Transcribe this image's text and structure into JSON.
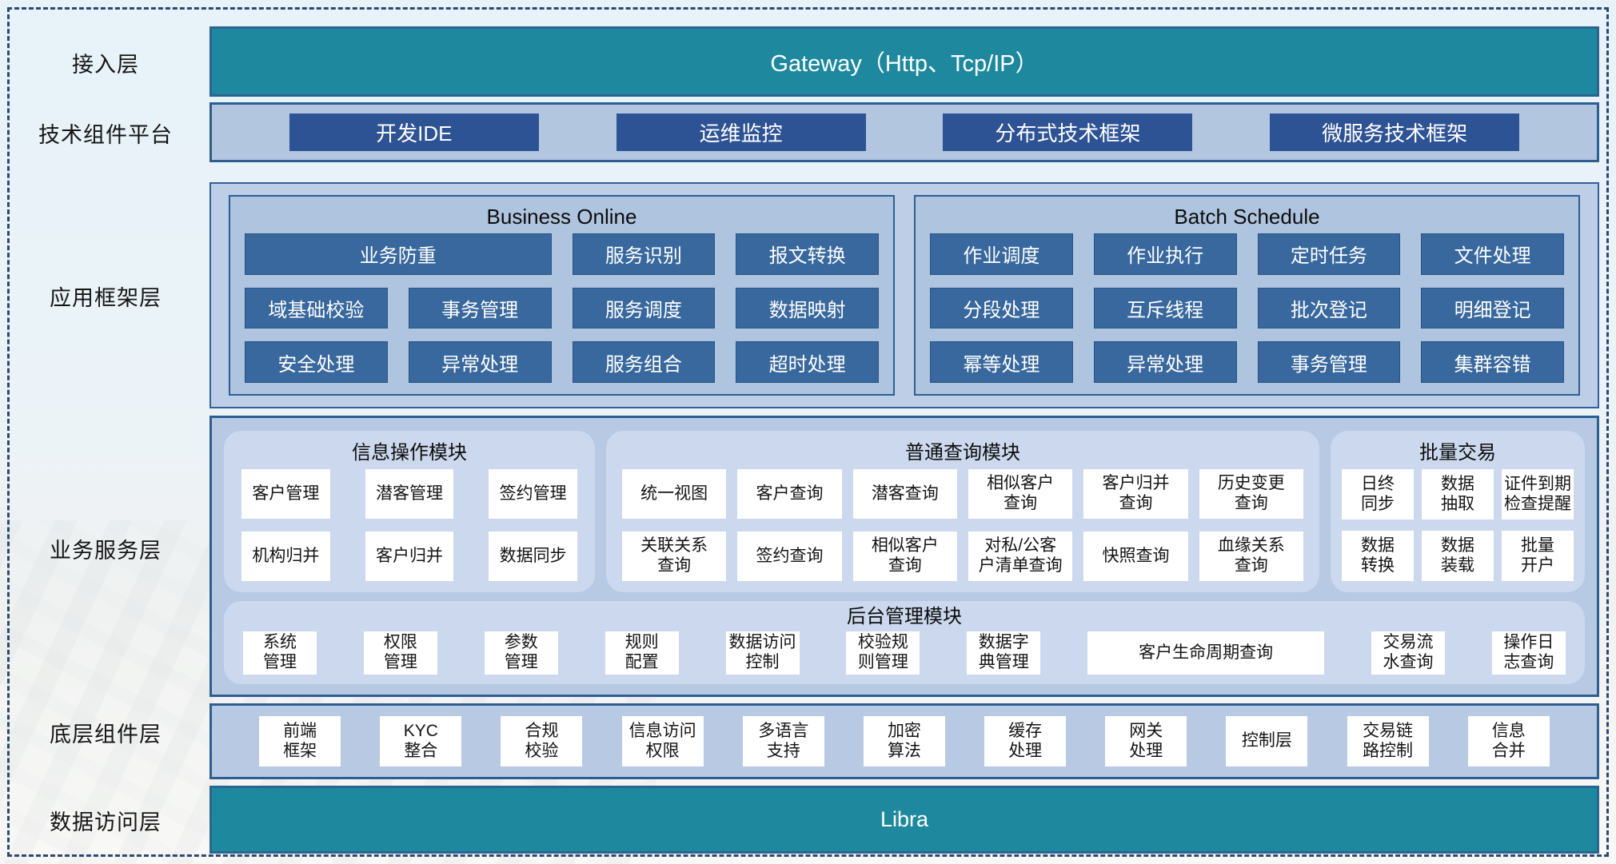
{
  "gutter_labels": [
    "接入层",
    "技术组件平台",
    "应用框架层",
    "业务服务层",
    "底层组件层",
    "数据访问层"
  ],
  "access_layer": {
    "gateway_label": "Gateway（Http、Tcp/IP）"
  },
  "tech_platform": {
    "items": [
      "开发IDE",
      "运维监控",
      "分布式技术框架",
      "微服务技术框架"
    ]
  },
  "app_framework": {
    "business_online": {
      "title": "Business Online",
      "row1": [
        "业务防重",
        "服务识别",
        "报文转换"
      ],
      "row2": [
        "域基础校验",
        "事务管理",
        "服务调度",
        "数据映射"
      ],
      "row3": [
        "安全处理",
        "异常处理",
        "服务组合",
        "超时处理"
      ]
    },
    "batch_schedule": {
      "title": "Batch Schedule",
      "row1": [
        "作业调度",
        "作业执行",
        "定时任务",
        "文件处理"
      ],
      "row2": [
        "分段处理",
        "互斥线程",
        "批次登记",
        "明细登记"
      ],
      "row3": [
        "幂等处理",
        "异常处理",
        "事务管理",
        "集群容错"
      ]
    }
  },
  "business_service": {
    "info_ops": {
      "title": "信息操作模块",
      "row1": [
        "客户管理",
        "潜客管理",
        "签约管理"
      ],
      "row2": [
        "机构归并",
        "客户归并",
        "数据同步"
      ]
    },
    "common_query": {
      "title": "普通查询模块",
      "row1": [
        "统一视图",
        "客户查询",
        "潜客查询",
        "相似客户\n查询",
        "客户归并\n查询",
        "历史变更\n查询"
      ],
      "row2": [
        "关联关系\n查询",
        "签约查询",
        "相似客户\n查询",
        "对私/公客\n户清单查询",
        "快照查询",
        "血缘关系\n查询"
      ]
    },
    "batch_trade": {
      "title": "批量交易",
      "row1": [
        "日终\n同步",
        "数据\n抽取",
        "证件到期\n检查提醒"
      ],
      "row2": [
        "数据\n转换",
        "数据\n装载",
        "批量\n开户"
      ]
    },
    "admin": {
      "title": "后台管理模块",
      "items": [
        "系统\n管理",
        "权限\n管理",
        "参数\n管理",
        "规则\n配置",
        "数据访问\n控制",
        "校验规\n则管理",
        "数据字\n典管理",
        "客户生命周期查询",
        "交易流\n水查询",
        "操作日\n志查询"
      ]
    }
  },
  "base_components": {
    "items": [
      "前端\n框架",
      "KYC\n整合",
      "合规\n校验",
      "信息访问\n权限",
      "多语言\n支持",
      "加密\n算法",
      "缓存\n处理",
      "网关\n处理",
      "控制层",
      "交易链\n路控制",
      "信息\n合并"
    ]
  },
  "data_access_layer": {
    "bar_label": "Libra"
  },
  "colors": {
    "teal_bar": "#1e899e",
    "navy_button": "#2e5394",
    "steel_blue_button": "#38689d",
    "panel_border": "#2d5e92",
    "outer_panel_bg": "#b7c9e3",
    "module_bg": "#ccd8ed",
    "dashed_border": "#2c4a70"
  }
}
